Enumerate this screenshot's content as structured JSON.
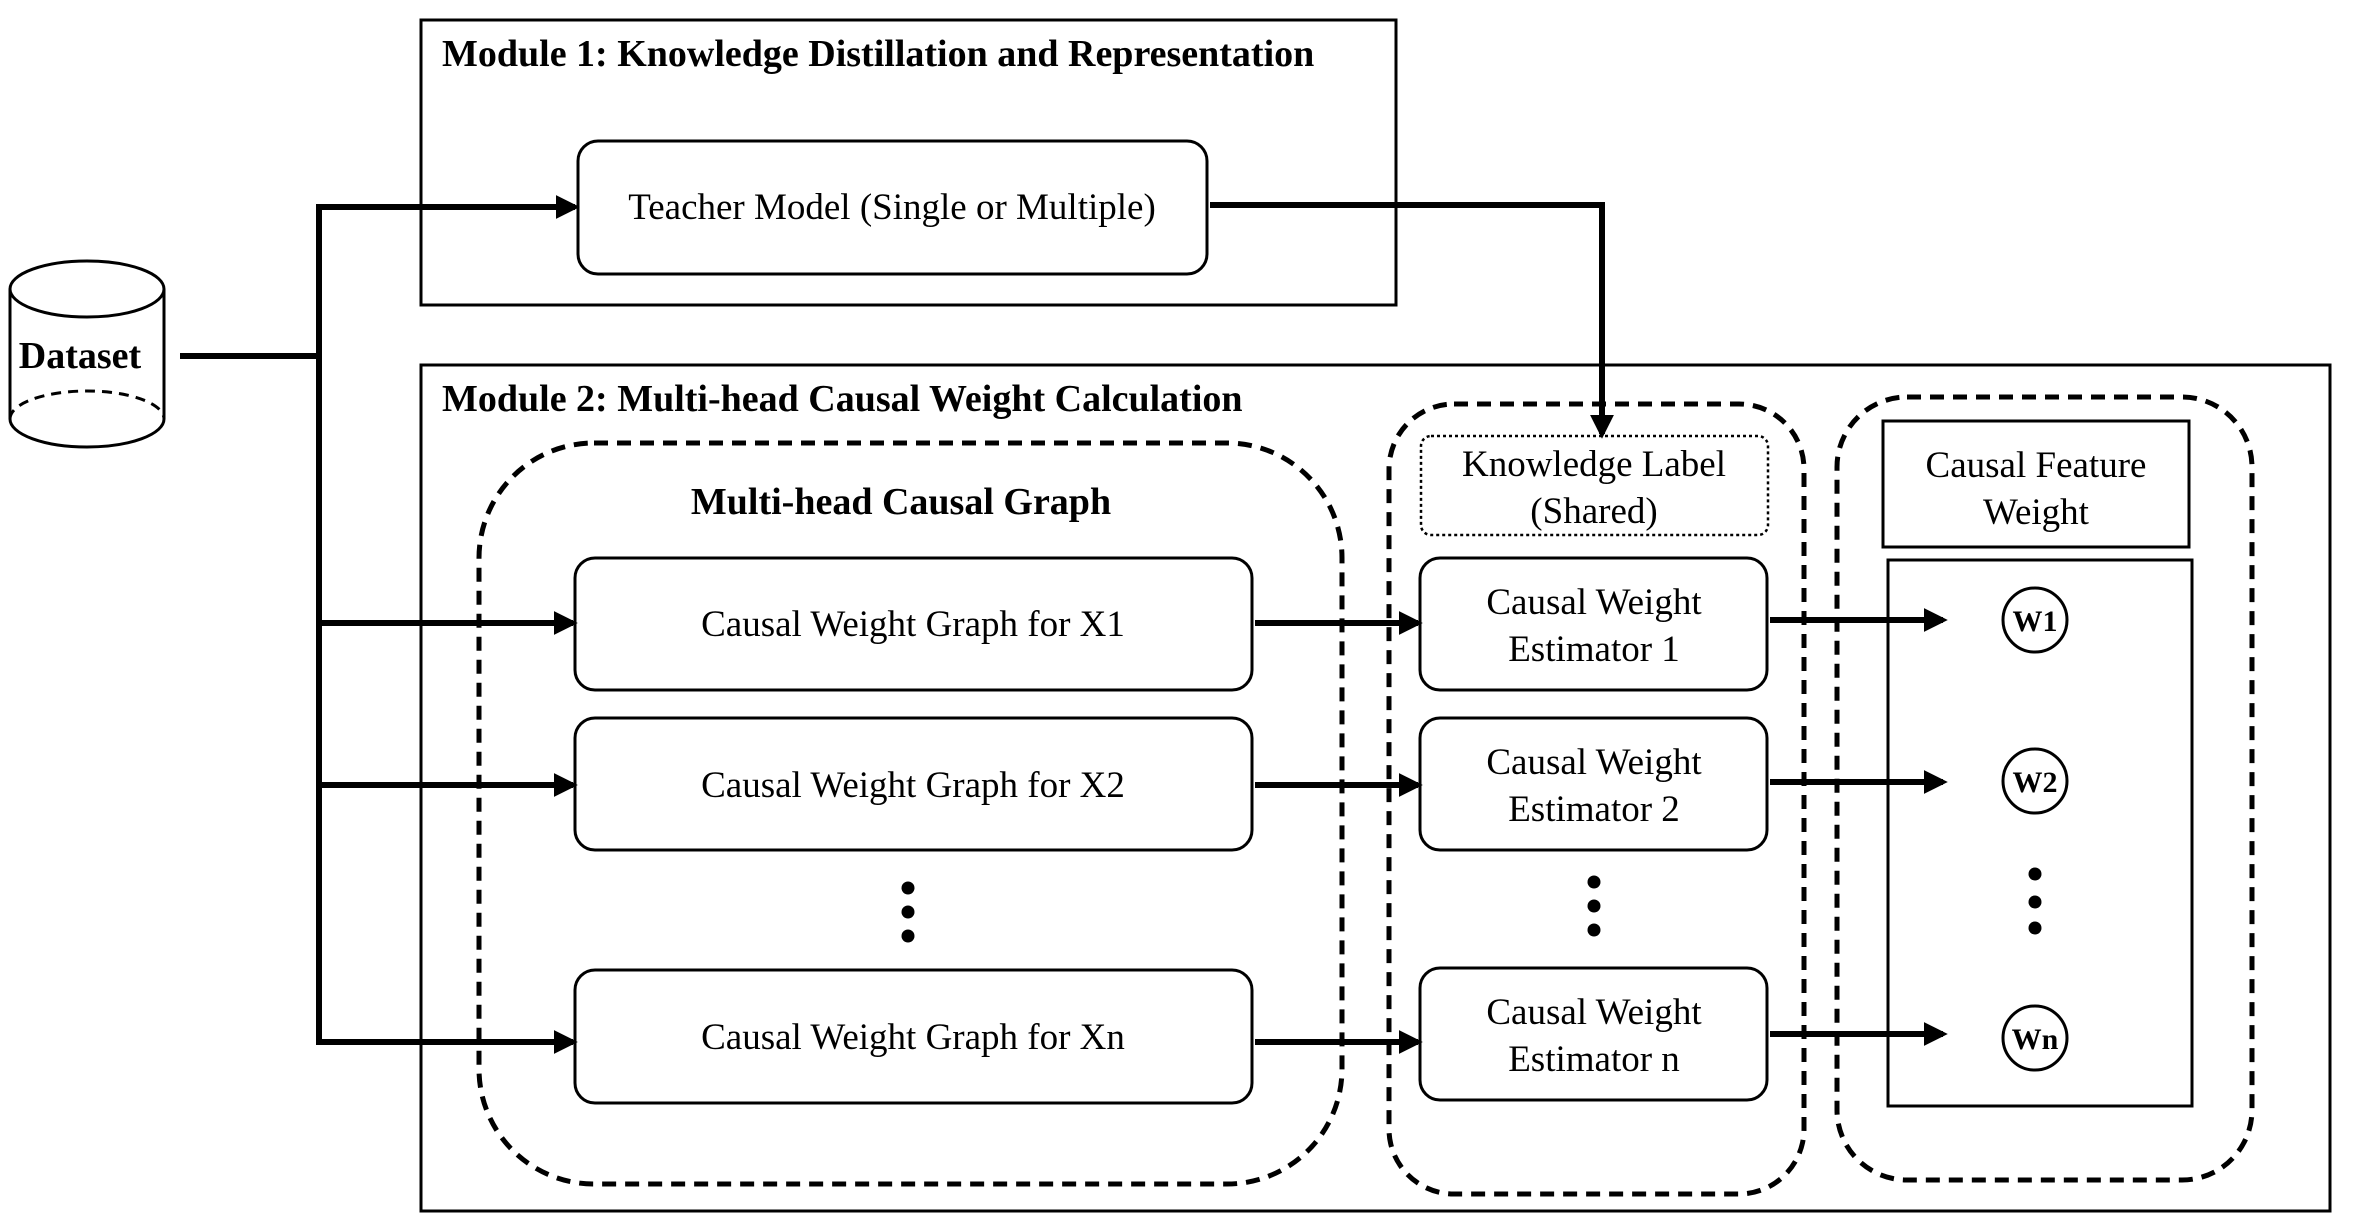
{
  "dataset": {
    "label": "Dataset"
  },
  "module1": {
    "title": "Module 1: Knowledge Distillation and Representation",
    "teacher_model": "Teacher Model (Single or Multiple)"
  },
  "module2": {
    "title": "Module 2: Multi-head Causal Weight Calculation",
    "graph_group": {
      "title": "Multi-head Causal Graph",
      "graphs": [
        "Causal Weight Graph for X1",
        "Causal Weight Graph for X2",
        "Causal Weight Graph for Xn"
      ]
    },
    "estimator_group": {
      "knowledge_label": {
        "line1": "Knowledge Label",
        "line2": "(Shared)"
      },
      "estimators": [
        {
          "line1": "Causal Weight",
          "line2": "Estimator 1"
        },
        {
          "line1": "Causal Weight",
          "line2": "Estimator 2"
        },
        {
          "line1": "Causal Weight",
          "line2": "Estimator n"
        }
      ]
    },
    "weight_group": {
      "title": {
        "line1": "Causal Feature",
        "line2": "Weight"
      },
      "weights": [
        "W1",
        "W2",
        "Wn"
      ]
    }
  }
}
